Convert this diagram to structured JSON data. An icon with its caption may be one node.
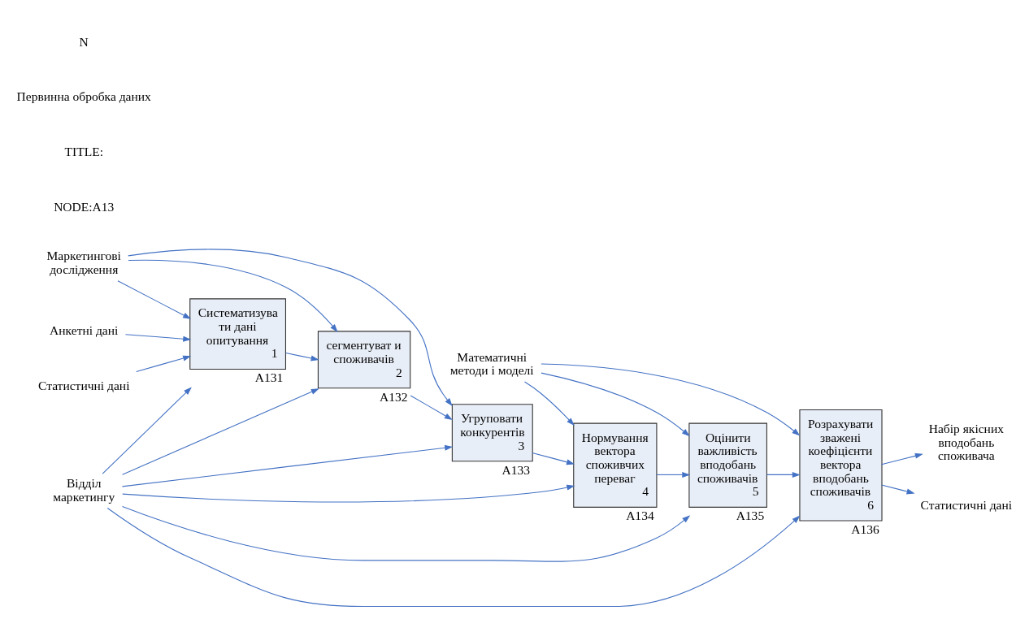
{
  "diagram": {
    "nodes": [
      {
        "text": [
          "Анкетні дані"
        ]
      },
      {
        "text": [
          "Статистичні дані"
        ]
      },
      {
        "text": [
          "Маркетингові дослідження"
        ]
      },
      {
        "text": [
          "Математичні методи і моделі"
        ]
      },
      {
        "text": [
          "Систематизува ти дані опитування",
          "1"
        ],
        "beside": [
          "A131"
        ]
      },
      {
        "text": [
          "сегментуват и споживачів",
          "2"
        ],
        "beside": [
          "A132"
        ]
      },
      {
        "text": [
          "Угруповати конкурентів",
          "3"
        ],
        "beside": [
          "A133"
        ]
      },
      {
        "text": [
          "Нормування вектора споживчих переваг",
          "4"
        ],
        "beside": [
          "A134"
        ]
      },
      {
        "text": [
          "Оцінити важливість вподобань споживачів",
          "5"
        ],
        "beside": [
          "A135"
        ]
      },
      {
        "text": [
          "Розрахувати зважені коефіцієнти вектора вподобань споживачів",
          "6"
        ],
        "beside": [
          "A136"
        ]
      },
      {
        "text": [
          "Відділ маркетингу"
        ]
      },
      {
        "text": [
          "Набір якісних вподобань споживача"
        ]
      },
      {
        "text": [
          "Статистичні дані"
        ]
      }
    ],
    "edges": [
      {
        "from": 0,
        "to": 4,
        "arrow": "to"
      },
      {
        "from": 1,
        "to": 4,
        "arrow": "to"
      },
      {
        "from": 2,
        "to": 4,
        "arrow": "to"
      },
      {
        "from": 2,
        "to": 5,
        "arrow": "to"
      },
      {
        "from": 2,
        "to": 6,
        "arrow": "to"
      },
      {
        "from": 3,
        "to": 7,
        "arrow": "to"
      },
      {
        "from": 3,
        "to": 8,
        "arrow": "to"
      },
      {
        "from": 3,
        "to": 9,
        "arrow": "to"
      },
      {
        "from": 4,
        "to": 5,
        "arrow": "to"
      },
      {
        "from": 5,
        "to": 6,
        "arrow": "to"
      },
      {
        "from": 6,
        "to": 7,
        "arrow": "to"
      },
      {
        "from": 7,
        "to": 8,
        "arrow": "to"
      },
      {
        "from": 8,
        "to": 9,
        "arrow": "to"
      },
      {
        "from": 9,
        "to": 11,
        "arrow": "to"
      },
      {
        "from": 9,
        "to": 12,
        "arrow": "to"
      },
      {
        "from": 10,
        "to": 4,
        "arrow": "to"
      },
      {
        "from": 10,
        "to": 5,
        "arrow": "to"
      },
      {
        "from": 10,
        "to": 6,
        "arrow": "to"
      },
      {
        "from": 10,
        "to": 7,
        "arrow": "to"
      },
      {
        "from": 10,
        "to": 8,
        "arrow": "to"
      },
      {
        "from": 10,
        "to": 9,
        "arrow": "to"
      }
    ],
    "labels": [
      "NODE:A13",
      "TITLE:",
      "Первинна обробка даних",
      "N"
    ]
  }
}
